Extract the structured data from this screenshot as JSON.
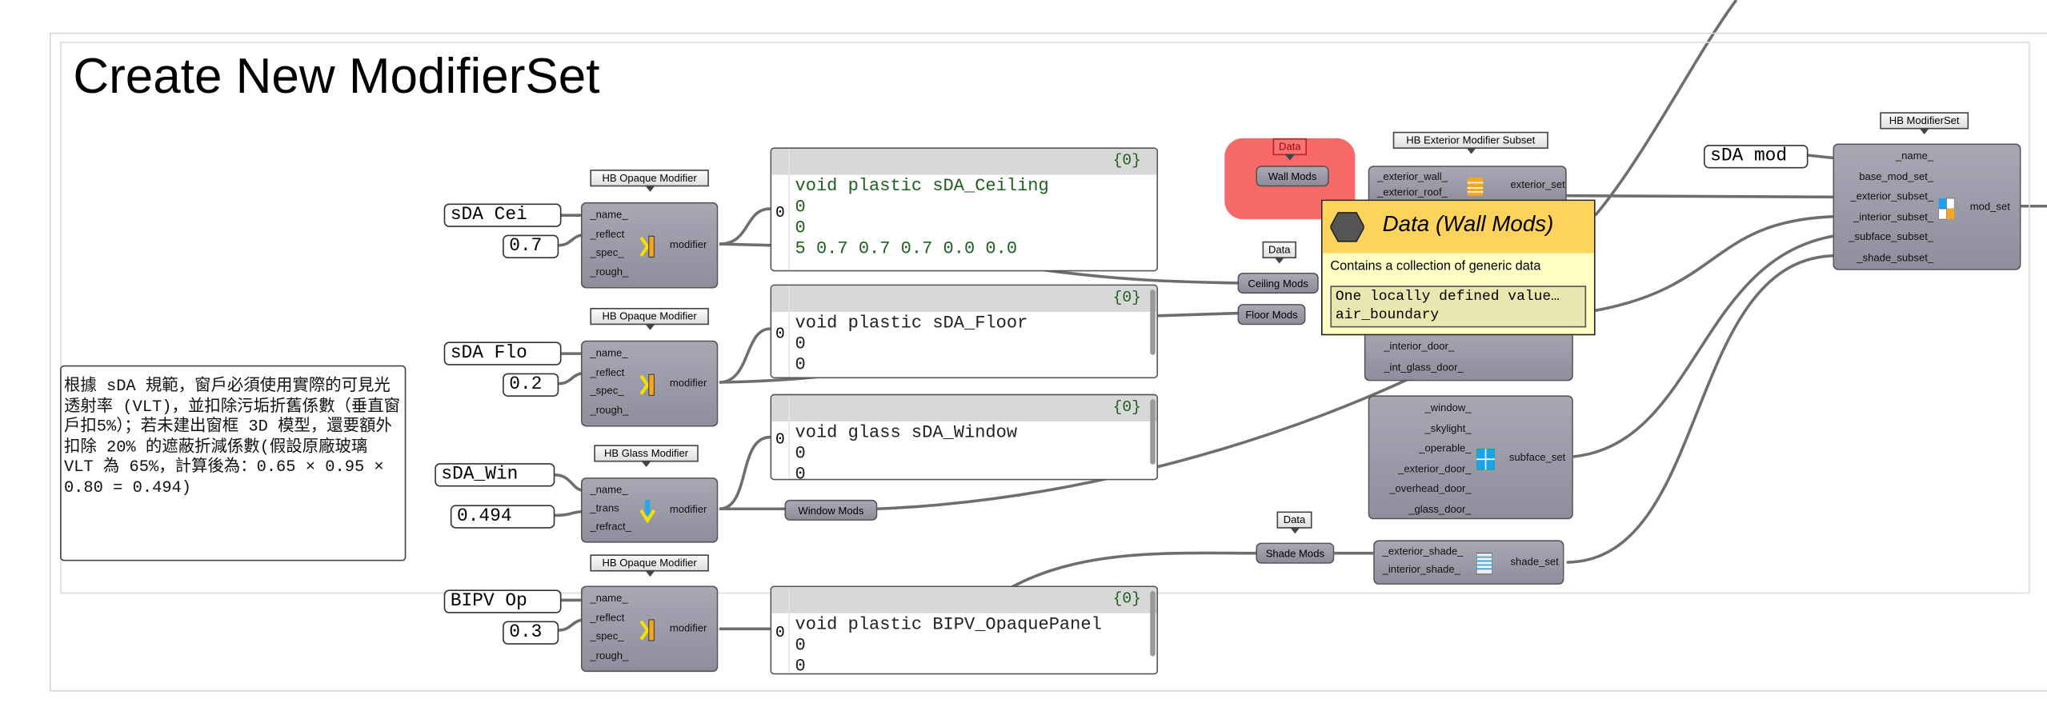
{
  "canvas": {
    "title": "Create New ModifierSet",
    "comment": "根據 sDA 規範，窗戶必須使用實際的可見光透射率 (VLT)，並扣除污垢折舊係數（垂直窗戶扣5%）；若未建出窗框 3D 模型，還要額外扣除 20% 的遮蔽折減係數(假設原廠玻璃 VLT 為 65%，計算後為：0.65 × 0.95 × 0.80 = 0.494)"
  },
  "inputs": {
    "ceil_name": "sDA Cei",
    "ceil_reflect": "0.7",
    "floor_name": "sDA Flo",
    "floor_reflect": "0.2",
    "win_name": "sDA_Win",
    "win_trans": "0.494",
    "bipv_name": "BIPV Op",
    "bipv_reflect": "0.3",
    "modset_name": "sDA mod"
  },
  "components": {
    "opaque_ceiling": {
      "title": "HB Opaque Modifier",
      "inputs": [
        "_name_",
        "_reflect",
        "_spec_",
        "_rough_"
      ],
      "output": "modifier"
    },
    "opaque_floor": {
      "title": "HB Opaque Modifier",
      "inputs": [
        "_name_",
        "_reflect",
        "_spec_",
        "_rough_"
      ],
      "output": "modifier"
    },
    "glass_window": {
      "title": "HB Glass Modifier",
      "inputs": [
        "_name_",
        "_trans",
        "_refract_"
      ],
      "output": "modifier"
    },
    "opaque_bipv": {
      "title": "HB Opaque Modifier",
      "inputs": [
        "_name_",
        "_reflect",
        "_spec_",
        "_rough_"
      ],
      "output": "modifier"
    },
    "exterior_subset": {
      "title": "HB Exterior Modifier Subset",
      "inputs": [
        "_exterior_wall_",
        "_exterior_roof_"
      ],
      "output": "exterior_set"
    },
    "interior_subset": {
      "inputs": [
        "_interior_door_",
        "_int_glass_door_"
      ]
    },
    "subface_subset": {
      "inputs": [
        "_window_",
        "_skylight_",
        "_operable_",
        "_exterior_door_",
        "_overhead_door_",
        "_glass_door_"
      ],
      "output": "subface_set"
    },
    "shade_subset": {
      "inputs": [
        "_exterior_shade_",
        "_interior_shade_"
      ],
      "output": "shade_set"
    },
    "modifier_set": {
      "title": "HB ModifierSet",
      "inputs": [
        "_name_",
        "base_mod_set_",
        "_exterior_subset_",
        "_interior_subset_",
        "_subface_subset_",
        "_shade_subset_"
      ],
      "output": "mod_set"
    }
  },
  "panels": {
    "ceiling": {
      "count": "{0}",
      "index": "0",
      "lines": "void plastic sDA_Ceiling\n0\n0\n5 0.7 0.7 0.7 0.0 0.0",
      "color": "#1f5f1f"
    },
    "floor": {
      "count": "{0}",
      "index": "0",
      "lines": "void plastic sDA_Floor\n0\n0",
      "color": "#222222"
    },
    "window": {
      "count": "{0}",
      "index": "0",
      "lines": "void glass sDA_Window\n0\n0",
      "color": "#222222"
    },
    "bipv": {
      "count": "{0}",
      "index": "0",
      "lines": "void plastic BIPV_OpaquePanel\n0\n0",
      "color": "#222222"
    }
  },
  "data_nodes": {
    "tag": "Data",
    "wall": "Wall Mods",
    "ceiling": "Ceiling Mods",
    "floor": "Floor Mods",
    "window": "Window Mods",
    "shade": "Shade Mods"
  },
  "tooltip": {
    "title": "Data (Wall Mods)",
    "description": "Contains a collection of generic data",
    "value_line1": "One locally defined value…",
    "value_line2": "air_boundary"
  },
  "colors": {
    "selection_group": "#f86a6a",
    "tooltip_header": "#fdd35c",
    "tooltip_body": "#ffffc4",
    "component": "#9c9caa"
  }
}
